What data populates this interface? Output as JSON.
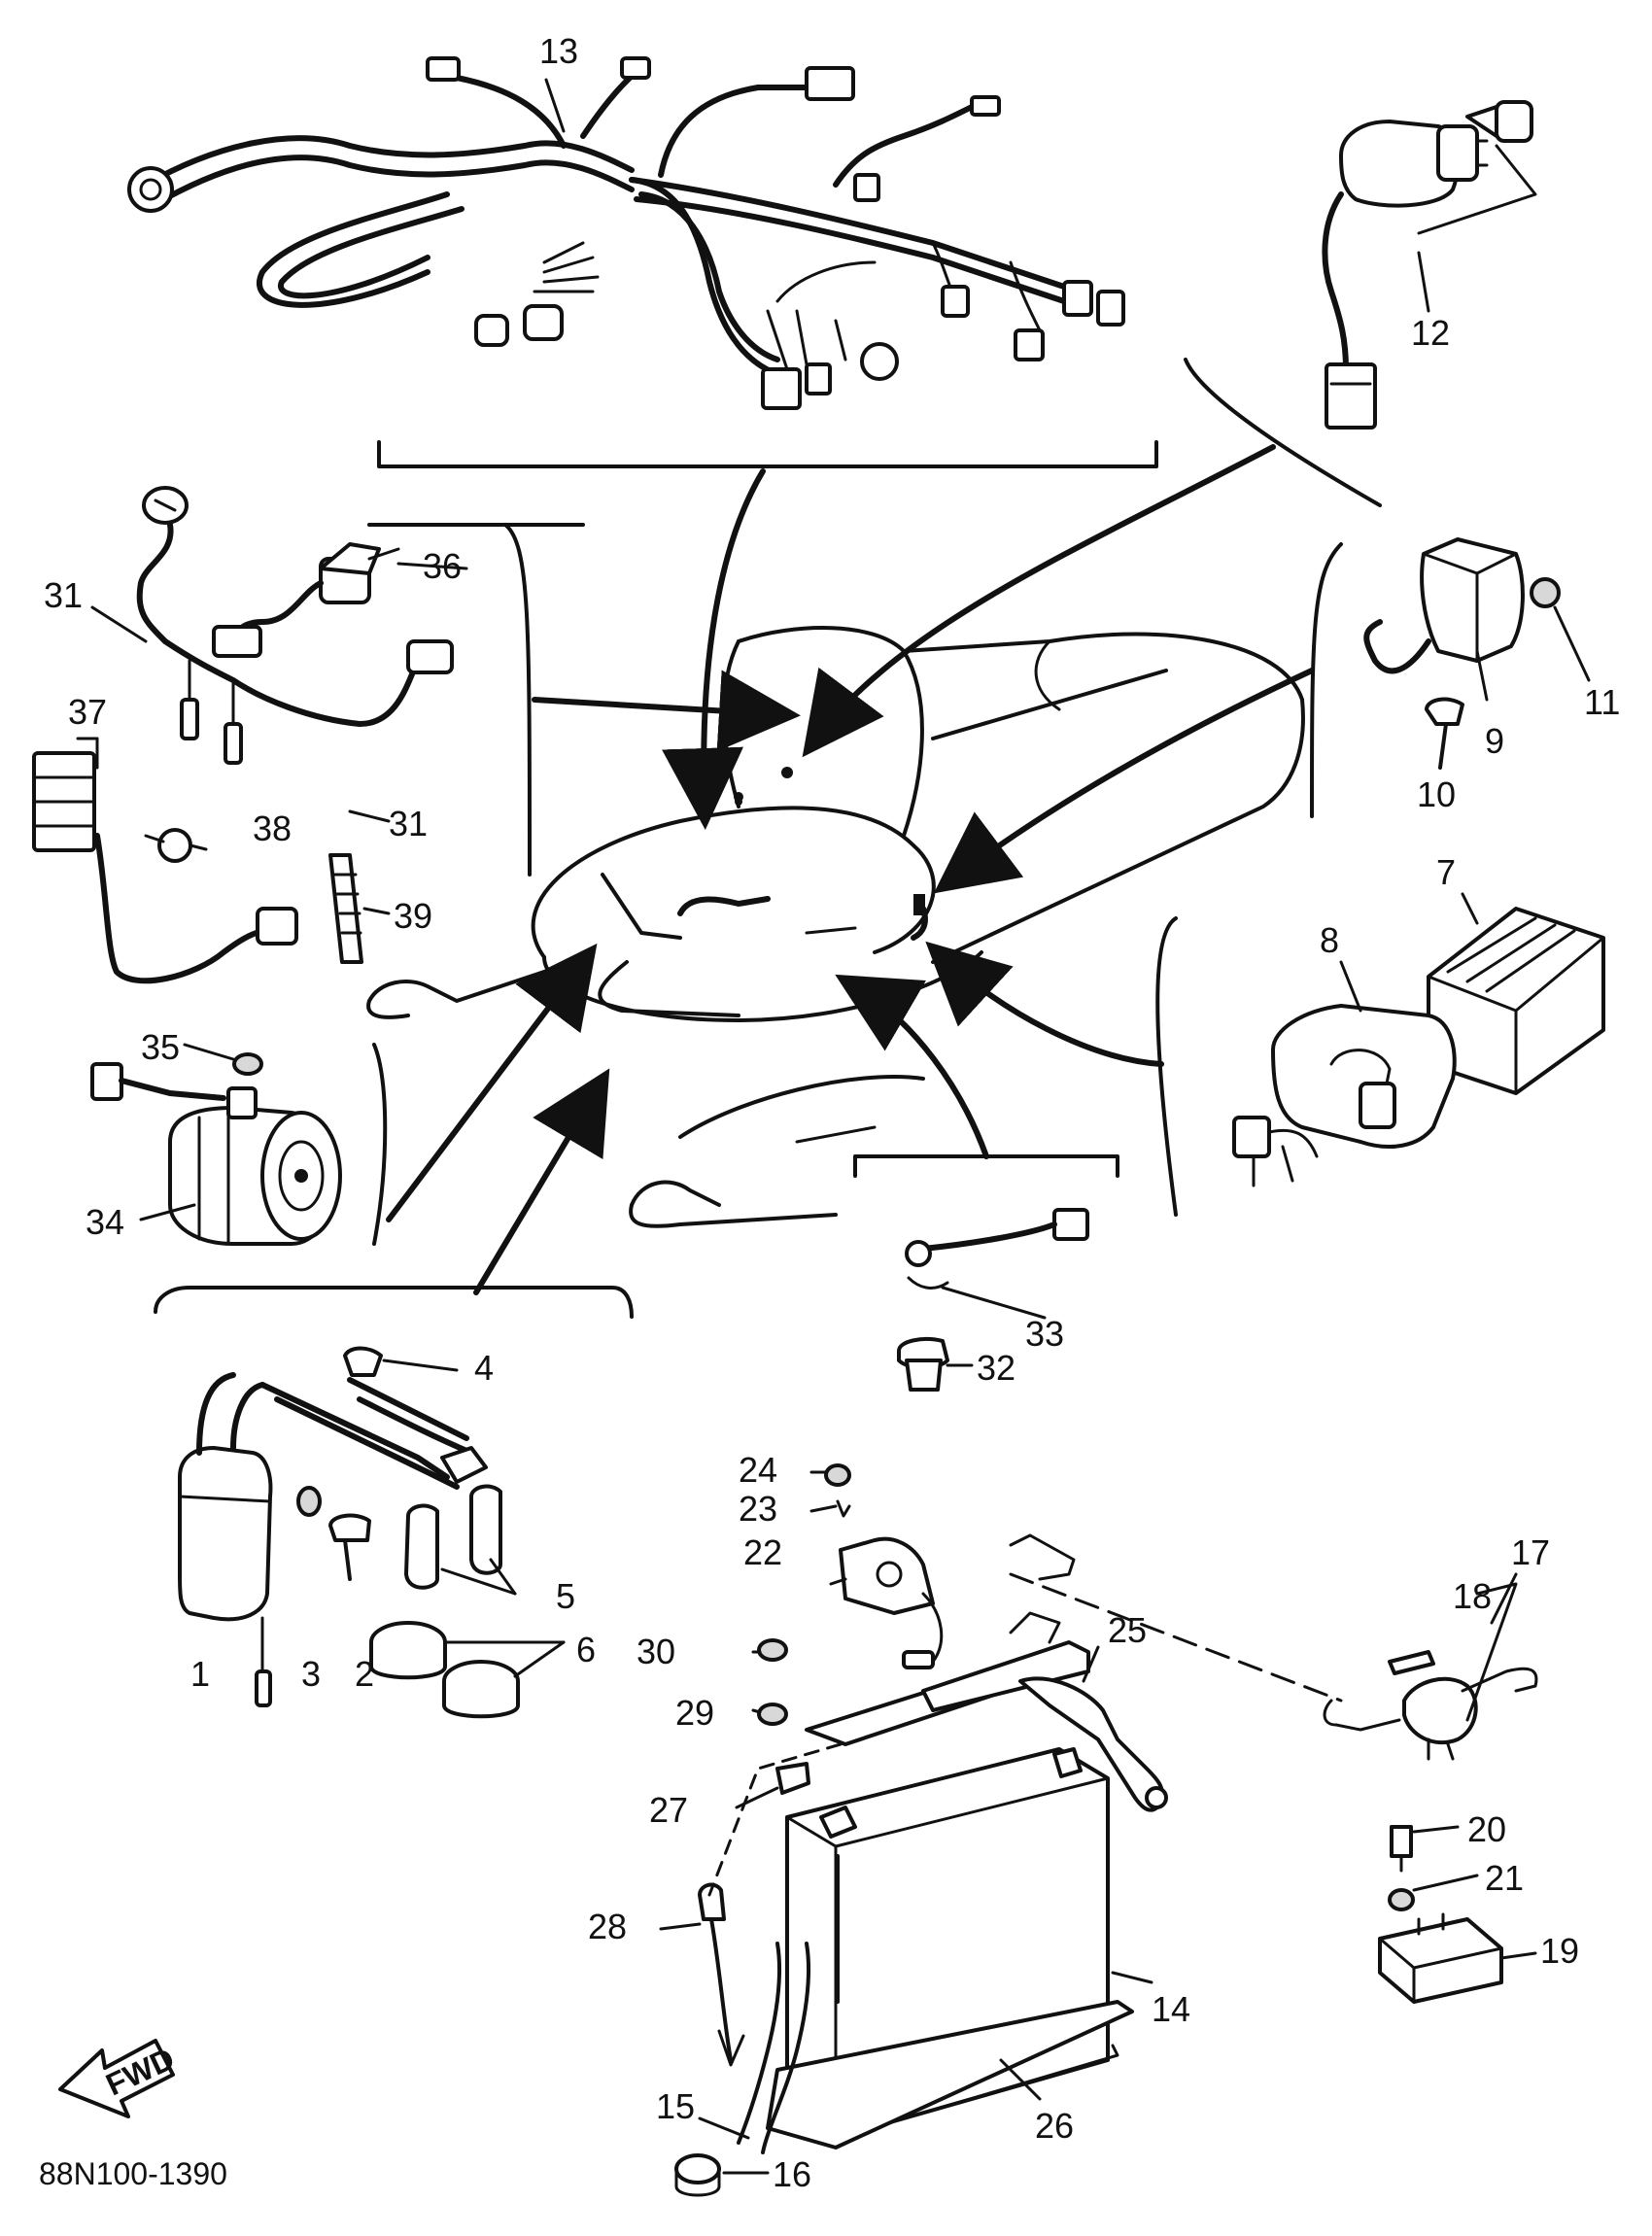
{
  "diagram_code": "88N100-1390",
  "fwd_label": "FWD",
  "callouts": [
    "1",
    "2",
    "3",
    "4",
    "5",
    "6",
    "7",
    "8",
    "9",
    "10",
    "11",
    "12",
    "13",
    "14",
    "15",
    "16",
    "17",
    "18",
    "19",
    "20",
    "21",
    "22",
    "23",
    "24",
    "25",
    "26",
    "27",
    "28",
    "29",
    "30",
    "31",
    "32",
    "33",
    "34",
    "35",
    "36",
    "37",
    "38",
    "39"
  ]
}
